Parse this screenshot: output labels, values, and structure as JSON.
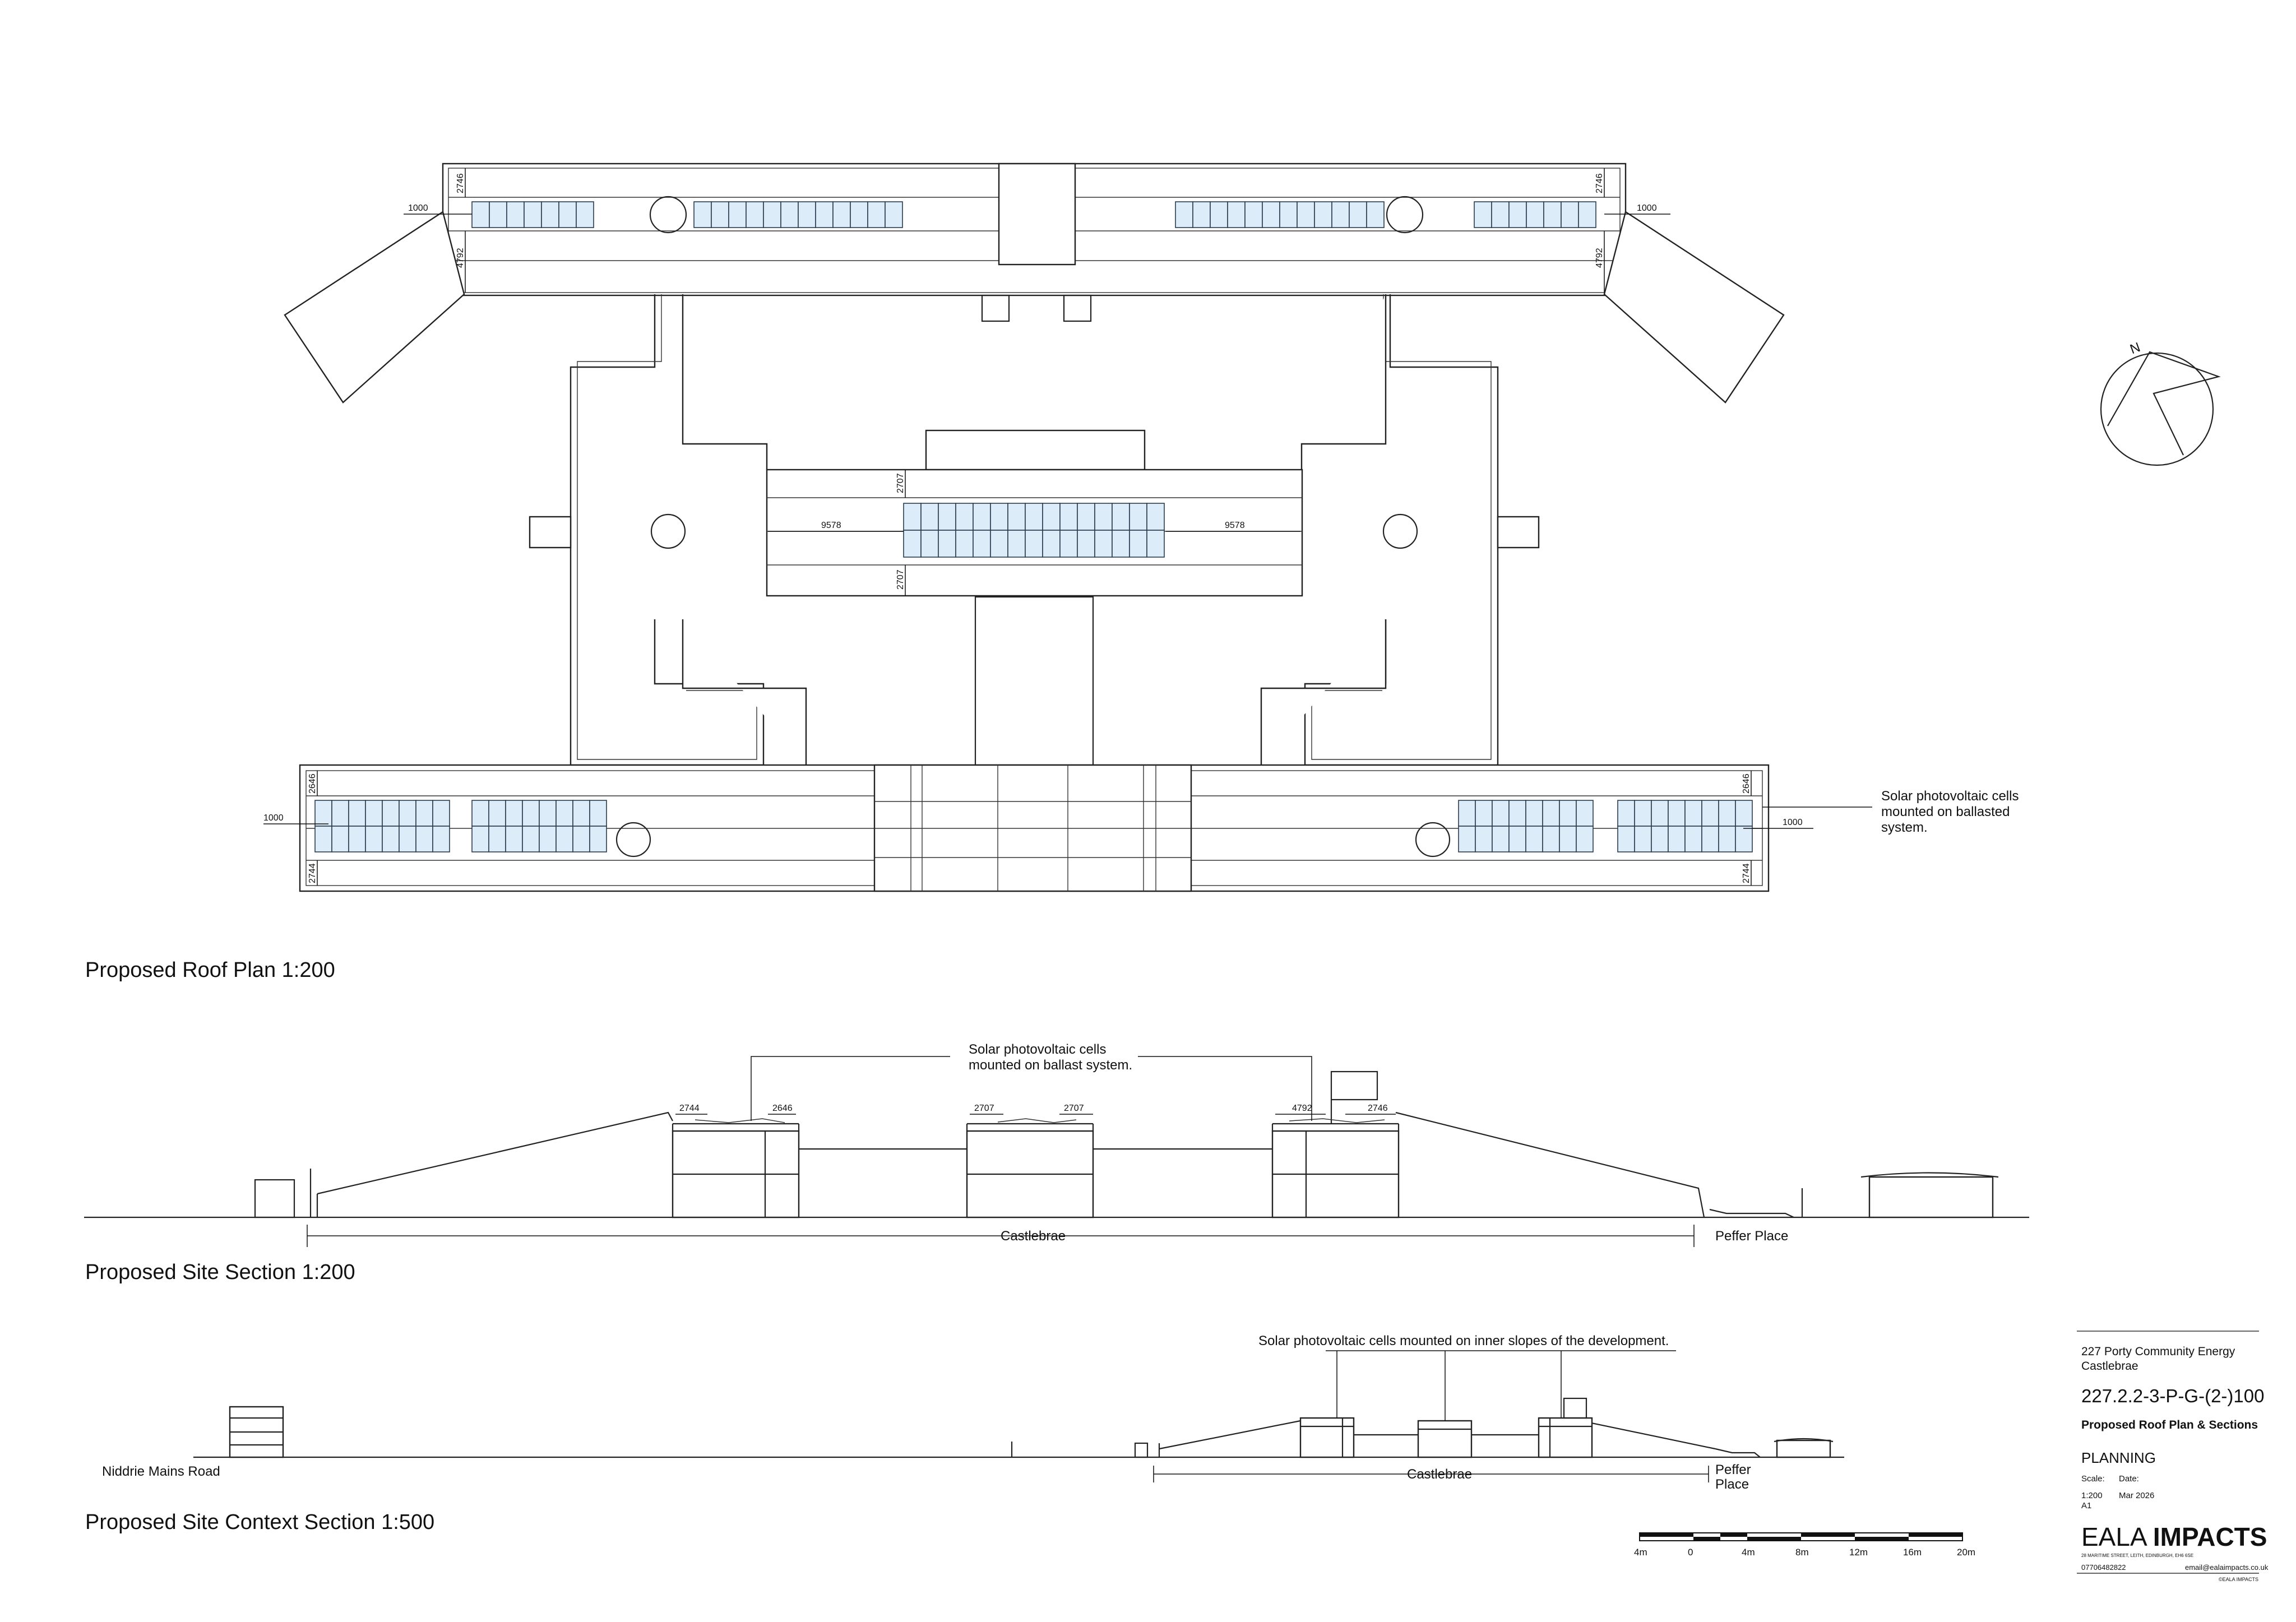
{
  "roof_plan": {
    "title": "Proposed Roof Plan 1:200",
    "pv_note": [
      "Solar photovoltaic cells",
      "mounted on ballasted",
      "system."
    ],
    "dims": {
      "d1000": "1000",
      "d2746": "2746",
      "d4792": "4792",
      "d2707": "2707",
      "d9578": "9578",
      "d2646": "2646",
      "d2744": "2744"
    },
    "north": "N"
  },
  "site_section": {
    "title": "Proposed Site Section 1:200",
    "pv_note": [
      "Solar photovoltaic cells",
      "mounted on ballast system."
    ],
    "dims": {
      "d2744": "2744",
      "d2646": "2646",
      "d2707": "2707",
      "d4792": "4792",
      "d2746": "2746"
    },
    "castlebrae": "Castlebrae",
    "peffer": "Peffer Place"
  },
  "context_section": {
    "title": "Proposed Site Context Section 1:500",
    "pv_note": "Solar photovoltaic cells mounted on inner slopes of the development.",
    "niddrie": "Niddrie Mains Road",
    "castlebrae": "Castlebrae",
    "peffer": [
      "Peffer",
      "Place"
    ]
  },
  "scale_bar": {
    "labels": [
      "4m",
      "0",
      "4m",
      "8m",
      "12m",
      "16m",
      "20m"
    ]
  },
  "title_block": {
    "project": [
      "227 Porty Community Energy",
      "Castlebrae"
    ],
    "drawing_number": "227.2.2-3-P-G-(2-)100",
    "drawing_title": "Proposed Roof Plan & Sections",
    "status": "PLANNING",
    "scale_label": "Scale:",
    "date_label": "Date:",
    "scale_value": "1:200",
    "date_value": "Mar 2026",
    "sheet_size": "A1",
    "company_light": "EALA",
    "company_bold": "IMPACTS",
    "address": "28 MARITIME STREET, LEITH, EDINBURGH, EH6 6SE",
    "phone": "07706482822",
    "email": "email@ealaimpacts.co.uk",
    "copyright": "©EALA IMPACTS"
  },
  "colors": {
    "pv_fill": "#dcecf8",
    "line": "#222222"
  }
}
